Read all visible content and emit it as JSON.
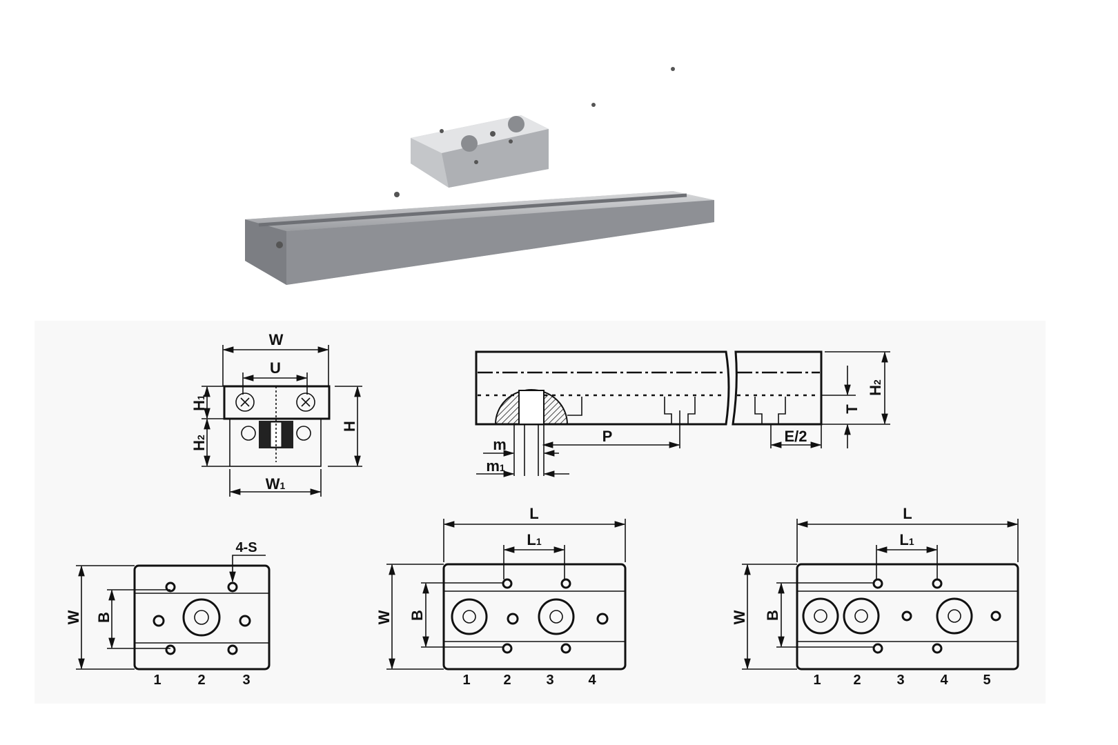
{
  "front_view": {
    "W": "W",
    "U": "U",
    "H1": "H",
    "H1_sub": "1",
    "H2": "H",
    "H2_sub": "2",
    "H": "H",
    "W1": "W",
    "W1_sub": "1"
  },
  "side_view": {
    "P": "P",
    "m": "m",
    "m1": "m",
    "m1_sub": "1",
    "E2": "E/2",
    "T": "T",
    "H2": "H",
    "H2_sub": "2"
  },
  "top_views": [
    {
      "W": "W",
      "B": "B",
      "S": "4-S",
      "positions": [
        "1",
        "2",
        "3"
      ]
    },
    {
      "W": "W",
      "B": "B",
      "L": "L",
      "L1": "L",
      "L1_sub": "1",
      "positions": [
        "1",
        "2",
        "3",
        "4"
      ]
    },
    {
      "W": "W",
      "B": "B",
      "L": "L",
      "L1": "L",
      "L1_sub": "1",
      "positions": [
        "1",
        "2",
        "3",
        "4",
        "5"
      ]
    }
  ]
}
